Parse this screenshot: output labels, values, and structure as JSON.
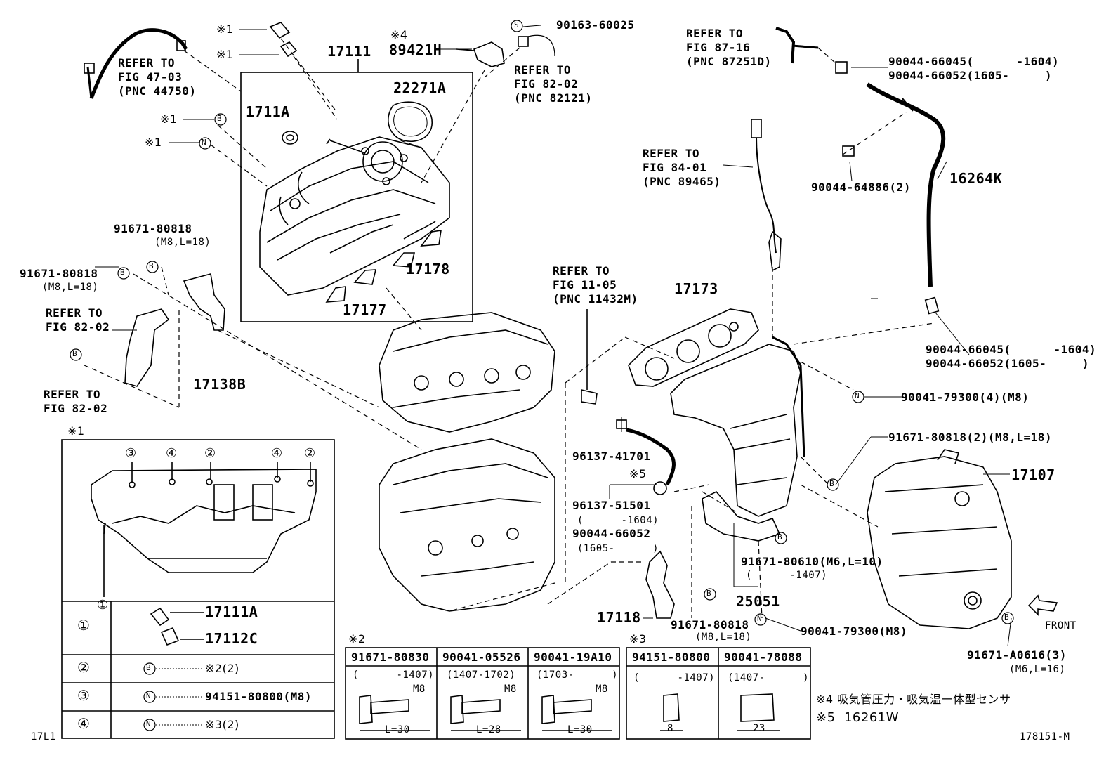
{
  "parts": {
    "p17111": "17111",
    "p22271A": "22271A",
    "p1711A": "1711A",
    "p17178": "17178",
    "p17177": "17177",
    "p17138B": "17138B",
    "p89421H": "89421H",
    "p90163": "90163-60025",
    "p17173": "17173",
    "p16264K": "16264K",
    "p17107": "17107",
    "p25051": "25051",
    "p17118": "17118",
    "p96137_41701": "96137-41701",
    "p96137_51501": "96137-51501",
    "p90044_66052b": "90044-66052",
    "p90044_64886": "90044-64886(2)",
    "p90044_66045a": "90044-66045(      -1604)",
    "p90044_66052a": "90044-66052(1605-     )",
    "p90044_66045c": "90044-66045(      -1604)",
    "p90044_66052c": "90044-66052(1605-     )",
    "p90041_79300_4": "90041-79300(4)(M8)",
    "p91671_80818_2": "91671-80818(2)(M8,L=18)",
    "p91671_80610": "91671-80610(M6,L=10)",
    "p91671_80610_range": "(      -1407)",
    "p91671_80818_b": "91671-80818",
    "p91671_80818_b_spec": "(M8,L=18)",
    "p90041_79300": "90041-79300(M8)",
    "p91671_A0616": "91671-A0616(3)",
    "p91671_A0616_spec": "(M6,L=16)",
    "p91671_80818_l1": "91671-80818",
    "p91671_80818_l1_spec": "(M8,L=18)",
    "p91671_80818_l2": "91671-80818",
    "p91671_80818_l2_spec": "(M8,L=18)",
    "range_1604": "(      -1604)",
    "range_1605": "(1605-      )",
    "front": "FRONT"
  },
  "refs": {
    "fig4703": "REFER TO\nFIG 47-03\n(PNC 44750)",
    "fig8202a": "REFER TO\nFIG 82-02\n(PNC 82121)",
    "fig8716": "REFER TO\nFIG 87-16\n(PNC 87251D)",
    "fig8401": "REFER TO\nFIG 84-01\n(PNC 89465)",
    "fig1105": "REFER TO\nFIG 11-05\n(PNC 11432M)",
    "fig8202b": "REFER TO\nFIG 82-02",
    "fig8202c": "REFER TO\nFIG 82-02"
  },
  "marks": {
    "m1": "※1",
    "m4": "※4",
    "m5": "※5",
    "m2": "※2",
    "m3": "※3",
    "b": "B",
    "n": "N",
    "s": "S"
  },
  "legend_box": {
    "title": "※1",
    "rows": [
      {
        "num": "①",
        "parts": [
          "17111A",
          "17112C"
        ]
      },
      {
        "num": "②",
        "text": "※2(2)"
      },
      {
        "num": "③",
        "text": "94151-80800(M8)"
      },
      {
        "num": "④",
        "text": "※3(2)"
      }
    ],
    "callouts": [
      "③",
      "④",
      "②",
      "④",
      "②",
      "①"
    ]
  },
  "bolt_table_2": {
    "title": "※2",
    "cols": [
      {
        "pn": "91671-80830",
        "range": "(      -1407)",
        "thread": "M8",
        "len": "L=30"
      },
      {
        "pn": "90041-05526",
        "range": "(1407-1702)",
        "thread": "M8",
        "len": "L=28"
      },
      {
        "pn": "90041-19A10",
        "range": "(1703-      )",
        "thread": "M8",
        "len": "L=30"
      }
    ]
  },
  "bolt_table_3": {
    "title": "※3",
    "cols": [
      {
        "pn": "94151-80800",
        "range": "(      -1407)",
        "dim": "8"
      },
      {
        "pn": "90041-78088",
        "range": "(1407-      )",
        "dim": "23"
      }
    ]
  },
  "notes": {
    "n4": "※4 吸気管圧力・吸気温一体型センサ",
    "n5": "※5  16261W"
  },
  "footer": {
    "left": "17L1",
    "right": "178151-M"
  }
}
